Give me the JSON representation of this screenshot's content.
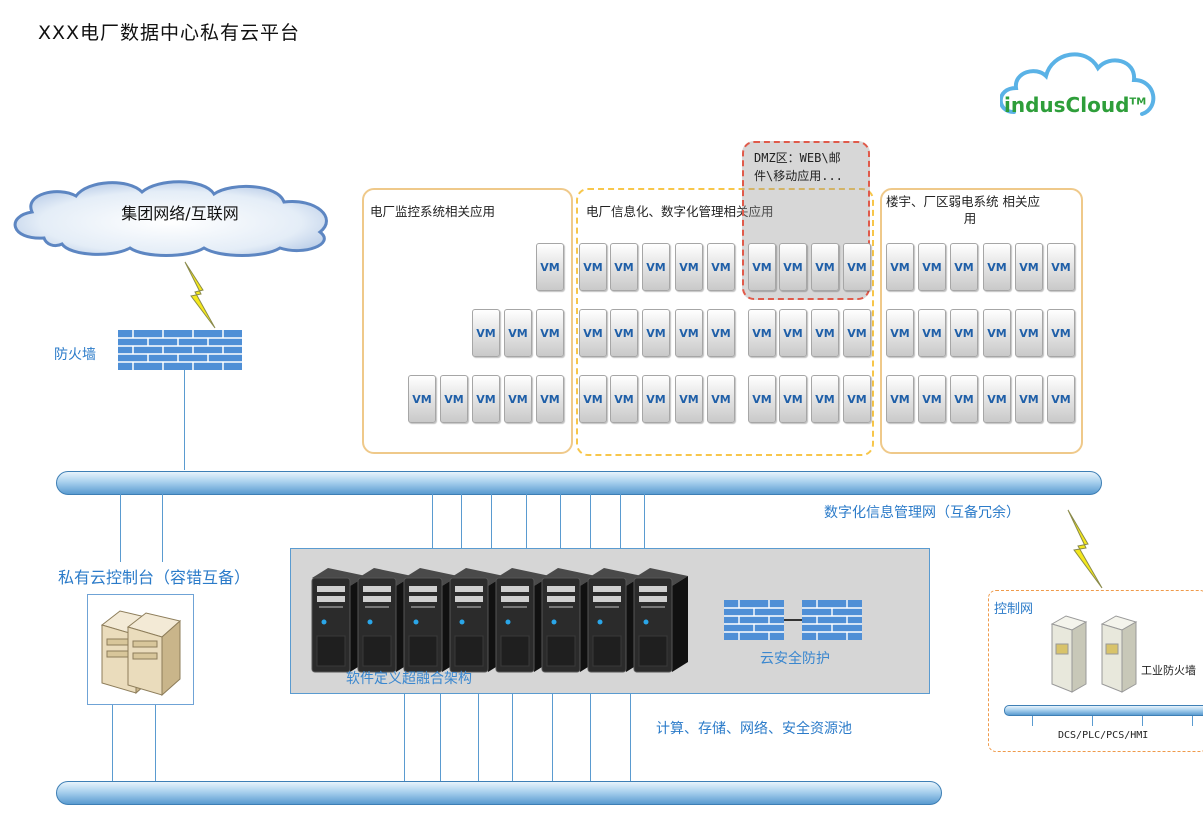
{
  "title": "XXX电厂数据中心私有云平台",
  "brand": {
    "name": "indusCloud",
    "mark": "TM",
    "color": "#2e9e3a"
  },
  "internet": {
    "label": "集团网络/互联网"
  },
  "firewall": {
    "label": "防火墙"
  },
  "groups": {
    "monitoring": {
      "title": "电厂监控系统相关应用",
      "rows": [
        1,
        3,
        5
      ]
    },
    "informatization": {
      "title": "电厂信息化、数字化管理相关应用",
      "rows": [
        9,
        9,
        9
      ]
    },
    "building": {
      "title_line1": "楼宇、厂区弱电系统 相关应",
      "title_line2": "用",
      "rows": [
        6,
        6,
        6
      ]
    }
  },
  "dmz": {
    "line1": "DMZ区：WEB\\邮",
    "line2": "件\\移动应用..."
  },
  "vm_label": "VM",
  "network": {
    "label": "数字化信息管理网（互备冗余）"
  },
  "console": {
    "label": "私有云控制台（容错互备）"
  },
  "hci": {
    "label": "软件定义超融合架构",
    "server_count": 8
  },
  "cloud_security": {
    "label": "云安全防护"
  },
  "resource_pool": {
    "label": "计算、存储、网络、安全资源池"
  },
  "control_net": {
    "label": "控制网",
    "firewall_label": "工业防火墙",
    "devices_label": "DCS/PLC/PCS/HMI"
  },
  "colors": {
    "accent_blue": "#2b7bc9",
    "pipe": "#5a9bd0",
    "group_border": "#efc98a",
    "dmz_border": "#e05a4a",
    "control_border": "#ef9a4a"
  }
}
